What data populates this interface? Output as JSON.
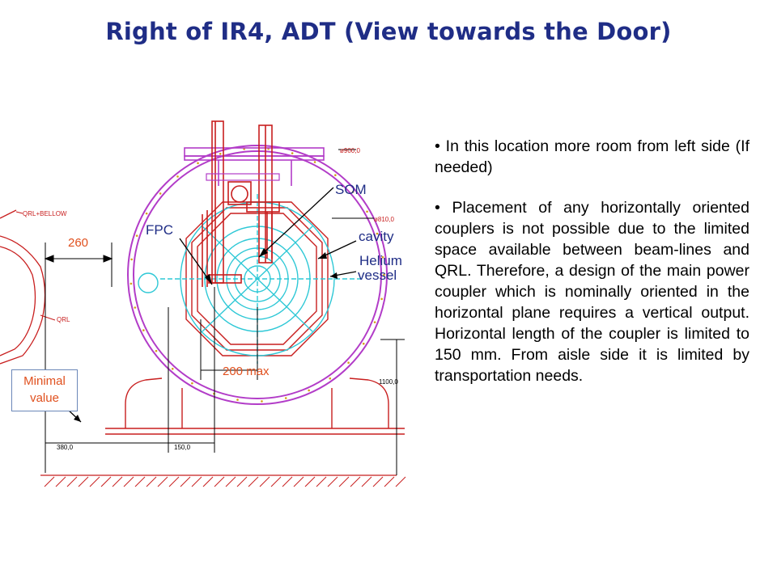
{
  "title": "Right of IR4, ADT (View towards the Door)",
  "labels": {
    "som": "SOM",
    "fpc": "FPC",
    "cavity": "cavity",
    "helium": "Helium",
    "vessel": "vessel",
    "dim_260": "260",
    "dim_200max": "200 max",
    "minimal_value": "Minimal value"
  },
  "drawing_text": {
    "qrl_bellow": "QRL+BELLOW",
    "qrl": "QRL",
    "d900": "ø900,0",
    "d810": "ø810,0",
    "h1100": "1100,0",
    "w380": "380,0",
    "w150": "150,0"
  },
  "bullets": [
    "In this location more room from left side (If needed)",
    "Placement of any horizontally oriented couplers is not possible due to the limited space available between beam-lines and QRL. Therefore, a design of the main power coupler which is nominally oriented in the horizontal plane requires a vertical output. Horizontal length of the coupler is limited to 150 mm. From aisle side it is limited by transportation needs."
  ],
  "colors": {
    "title": "#1f2d86",
    "magenta": "#b23cc8",
    "red": "#c81e1e",
    "cyan": "#2ec8d6",
    "orange": "#e0501e"
  }
}
